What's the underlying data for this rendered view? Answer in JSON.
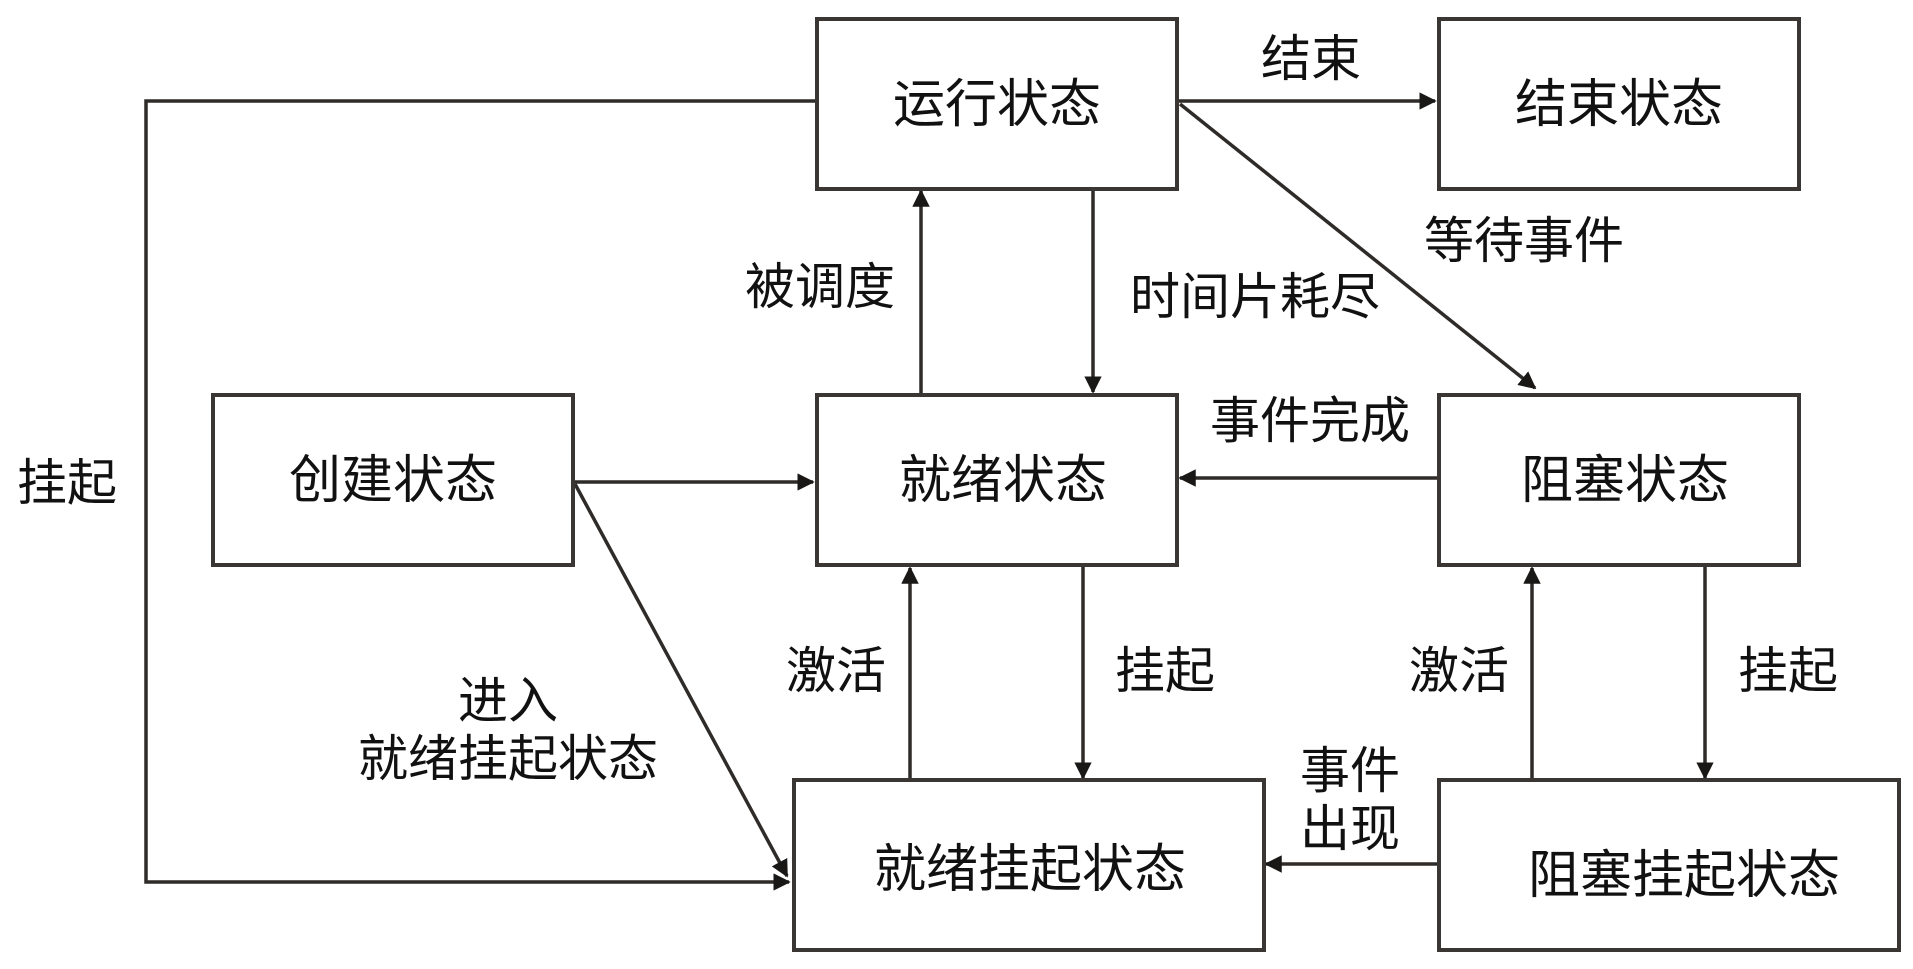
{
  "states": {
    "running": "运行状态",
    "terminated": "结束状态",
    "created": "创建状态",
    "ready": "就绪状态",
    "blocked": "阻塞状态",
    "ready_suspended": "就绪挂起状态",
    "blocked_suspended": "阻塞挂起状态"
  },
  "transitions": {
    "running_to_terminated": "结束",
    "running_to_blocked": "等待事件",
    "ready_to_running": "被调度",
    "running_to_ready": "时间片耗尽",
    "blocked_to_ready": "事件完成",
    "running_to_ready_suspended": "挂起",
    "created_to_ready_suspended_line1": "进入",
    "created_to_ready_suspended_line2": "就绪挂起状态",
    "ready_suspended_to_ready": "激活",
    "ready_to_ready_suspended": "挂起",
    "blocked_suspended_to_blocked": "激活",
    "blocked_to_blocked_suspended": "挂起",
    "blocked_suspended_to_ready_suspended_line1": "事件",
    "blocked_suspended_to_ready_suspended_line2": "出现"
  }
}
